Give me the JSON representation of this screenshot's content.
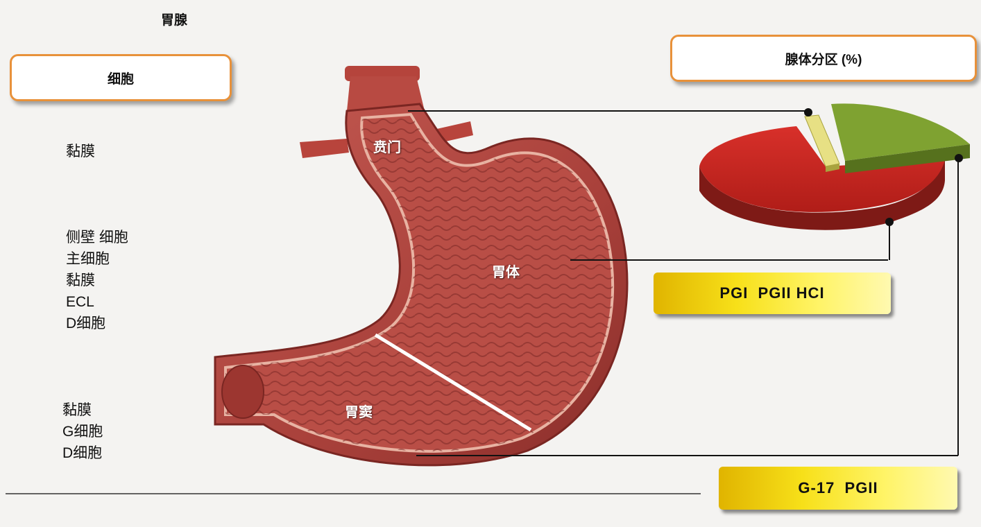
{
  "title": "胃腺",
  "cells_header": "细胞",
  "zone_header": "腺体分区 (%)",
  "cell_groups": [
    [
      "黏膜"
    ],
    [
      "侧壁 细胞",
      "主细胞",
      "黏膜",
      "ECL",
      "D细胞"
    ],
    [
      "黏膜",
      "G细胞",
      "D细胞"
    ]
  ],
  "regions": {
    "cardia": "贲门",
    "body": "胃体",
    "antrum": "胃窦"
  },
  "markers": {
    "body_markers": "PGI  PGII HCI",
    "antrum_markers": "G-17  PGII"
  },
  "colors": {
    "stomach": "#a8403a",
    "mucosa": "#c0564e",
    "pie_red": "#c8261f",
    "pie_green": "#7fa231",
    "pie_yellow": "#e7e084",
    "box_border": "#e8913a",
    "marker_yellow": "#f7e019"
  }
}
